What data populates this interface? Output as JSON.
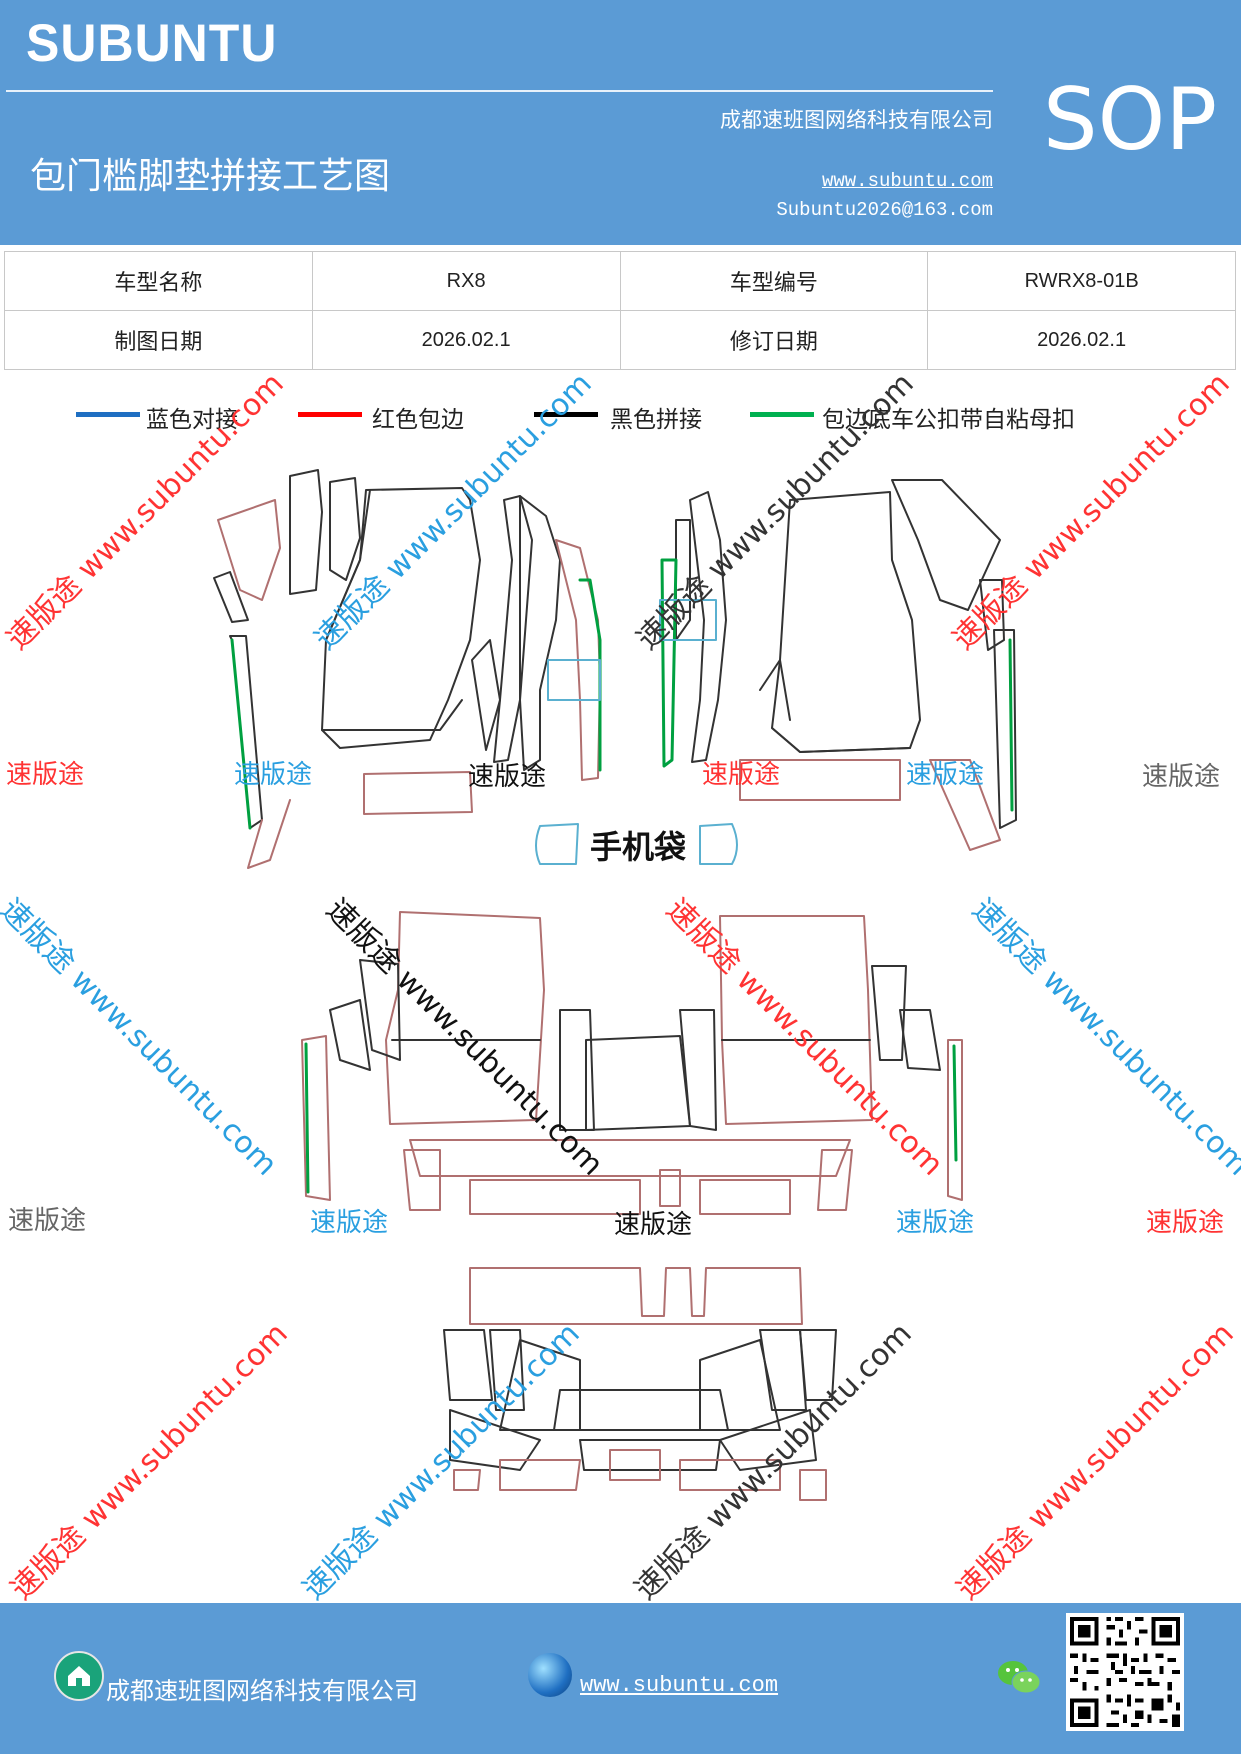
{
  "header": {
    "brand": "SUBUNTU",
    "company": "成都速班图网络科技有限公司",
    "title": "包门槛脚垫拼接工艺图",
    "website": "www.subuntu.com",
    "email": "Subuntu2026@163.com",
    "badge": "SOP",
    "background_color": "#5b9bd5"
  },
  "info_table": {
    "rows": [
      [
        "车型名称",
        "RX8",
        "车型编号",
        "RWRX8-01B"
      ],
      [
        "制图日期",
        "2026.02.1",
        "修订日期",
        "2026.02.1"
      ]
    ]
  },
  "legend": [
    {
      "label": "蓝色对接",
      "color": "#1f6fc2"
    },
    {
      "label": "红色包边",
      "color": "#ff0000"
    },
    {
      "label": "黑色拼接",
      "color": "#000000"
    },
    {
      "label": "包边底车公扣带自粘母扣",
      "color": "#00b050"
    }
  ],
  "drawing": {
    "pocket_label": "手机袋"
  },
  "watermarks": {
    "brand_text": "速版途",
    "url_text": "www.subuntu.com",
    "diagonal_text": "速版途 www.subuntu.com",
    "colors": {
      "red": "#ff3333",
      "blue": "#2a9fe0",
      "black": "#111111",
      "gray": "#666666"
    }
  },
  "footer": {
    "company": "成都速班图网络科技有限公司",
    "website": "www.subuntu.com",
    "icons": [
      "home-icon",
      "globe-icon",
      "wechat-icon",
      "qr-code"
    ]
  }
}
